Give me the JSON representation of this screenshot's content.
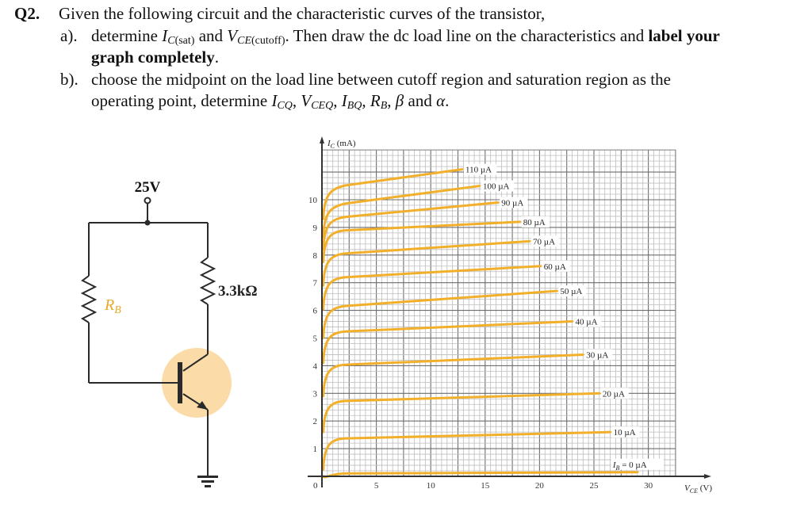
{
  "question": {
    "number": "Q2.",
    "intro": "Given the following circuit and the characteristic curves of the transistor,",
    "part_a": {
      "label": "a).",
      "text_1": "determine ",
      "ic_sat_sym": "I",
      "ic_sat_sub": "C",
      "ic_sat_sub2": "(sat)",
      "text_2": " and ",
      "vce_cut_sym": "V",
      "vce_cut_sub": "CE",
      "vce_cut_sub2": "(cutoff)",
      "text_3": ". Then draw the dc load line on the characteristics and ",
      "bold_1": "label your",
      "bold_2": "graph completely",
      "text_4": "."
    },
    "part_b": {
      "label": "b).",
      "line_1": "choose the midpoint on the load line between cutoff region and saturation region as the",
      "line_2_prefix": "operating point, determine ",
      "icq": "I",
      "icq_sub": "CQ",
      "vceq": "V",
      "vceq_sub": "CEQ",
      "ibq": "I",
      "ibq_sub": "BQ",
      "rb": "R",
      "rb_sub": "B",
      "beta": "β",
      "and": " and ",
      "alpha": "α",
      "end": "."
    }
  },
  "circuit": {
    "supply_label": "25V",
    "rc_label": "3.3kΩ",
    "rb_label": "R",
    "rb_sub": "B",
    "rb_color": "#e8a92a",
    "highlight_color": "#fbdca8",
    "wire_color": "#2a2a2a"
  },
  "chart_data": {
    "type": "line",
    "title": "",
    "xlabel": "V_CE (V)",
    "ylabel": "I_C (mA)",
    "xlim": [
      0,
      32.5
    ],
    "ylim": [
      0,
      11.8
    ],
    "grid": true,
    "x_ticks": [
      0,
      5,
      10,
      15,
      20,
      25,
      30
    ],
    "y_ticks": [
      1,
      2,
      3,
      4,
      5,
      6,
      7,
      8,
      9,
      10
    ],
    "curve_color": "#f2b02a",
    "series": [
      {
        "name": "I_B = 0 µA",
        "label": "I_B = 0 µA",
        "plateau": 0.1,
        "end_v": 29.0,
        "end_i": 0.15
      },
      {
        "name": "10 µA",
        "label": "10 µA",
        "plateau": 1.35,
        "end_v": 26.5,
        "end_i": 1.6
      },
      {
        "name": "20 µA",
        "label": "20 µA",
        "plateau": 2.7,
        "end_v": 25.5,
        "end_i": 3.0
      },
      {
        "name": "30 µA",
        "label": "30 µA",
        "plateau": 4.0,
        "end_v": 24.0,
        "end_i": 4.4
      },
      {
        "name": "40 µA",
        "label": "40 µA",
        "plateau": 5.2,
        "end_v": 23.0,
        "end_i": 5.6
      },
      {
        "name": "50 µA",
        "label": "50 µA",
        "plateau": 6.1,
        "end_v": 21.6,
        "end_i": 6.7
      },
      {
        "name": "60 µA",
        "label": "60 µA",
        "plateau": 7.15,
        "end_v": 20.1,
        "end_i": 7.6
      },
      {
        "name": "70 µA",
        "label": "70 µA",
        "plateau": 8.0,
        "end_v": 19.1,
        "end_i": 8.5
      },
      {
        "name": "80 µA",
        "label": "80 µA",
        "plateau": 8.85,
        "end_v": 18.2,
        "end_i": 9.2
      },
      {
        "name": "90 µA",
        "label": "90 µA",
        "plateau": 9.3,
        "end_v": 16.2,
        "end_i": 9.9
      },
      {
        "name": "100 µA",
        "label": "100 µA",
        "plateau": 9.75,
        "end_v": 14.5,
        "end_i": 10.5
      },
      {
        "name": "110 µA",
        "label": "110 µA",
        "plateau": 10.4,
        "end_v": 12.9,
        "end_i": 11.1
      }
    ]
  }
}
